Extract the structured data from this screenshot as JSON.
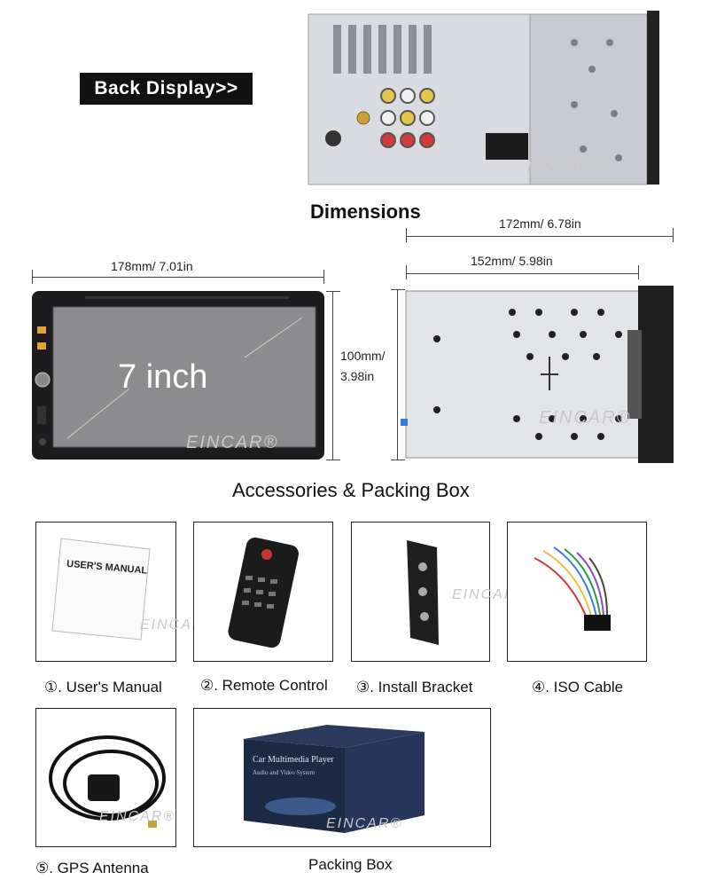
{
  "top": {
    "badge_label": "Back Display>>"
  },
  "dimensions": {
    "title": "Dimensions",
    "front_width": "178mm/ 7.01in",
    "side_total_depth": "172mm/ 6.78in",
    "side_chassis_depth": "152mm/ 5.98in",
    "height_line1": "100mm/",
    "height_line2": "3.98in",
    "screen_label": "7 inch"
  },
  "accessories": {
    "title": "Accessories & Packing Box",
    "items": [
      {
        "label": "①. User's Manual"
      },
      {
        "label": "②. Remote Control"
      },
      {
        "label": "③. Install Bracket"
      },
      {
        "label": "④. ISO Cable"
      },
      {
        "label": "⑤. GPS Antenna"
      },
      {
        "label": "Packing Box"
      }
    ],
    "manual_title": "USER'S MANUAL",
    "box_brand": "Car Multimedia Player",
    "box_subtitle": "Audio and Video System"
  },
  "watermark": "EINCAR®",
  "colors": {
    "badge_bg": "#111111",
    "metal": "#d6d8dc",
    "screen": "#8a8a8a"
  }
}
